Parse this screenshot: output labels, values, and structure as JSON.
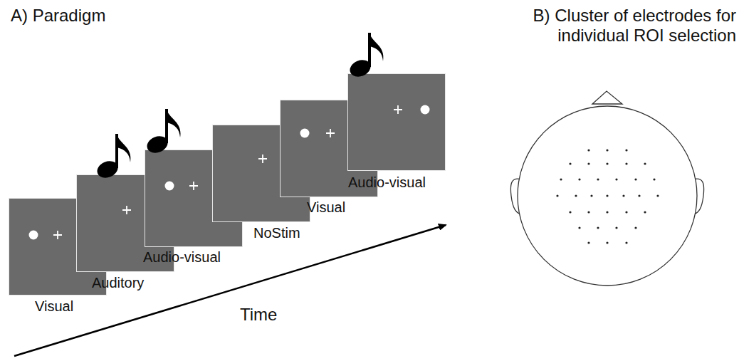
{
  "diagram": {
    "nodes": [
      {
        "text": [
          "Visual"
        ]
      },
      {
        "text": [
          "Auditory"
        ]
      },
      {
        "text": [
          "Audio-visual"
        ]
      },
      {
        "text": [
          "NoStim"
        ]
      },
      {
        "text": [
          "Visual"
        ]
      },
      {
        "text": [
          "Audio-visual"
        ]
      }
    ],
    "labels": [
      "A) Paradigm",
      "B) Cluster of electrodes for individual ROI selection",
      "Time"
    ]
  }
}
